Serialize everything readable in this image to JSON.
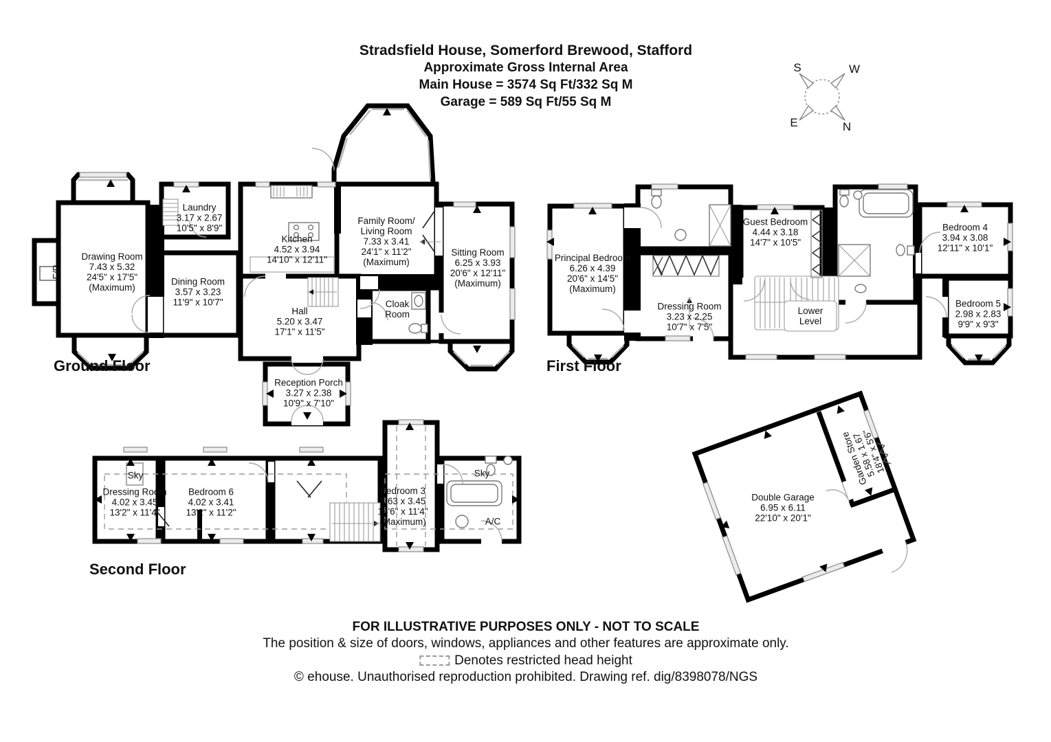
{
  "title": {
    "line1": "Stradsfield House, Somerford Brewood, Stafford",
    "line2": "Approximate Gross Internal Area",
    "line3": "Main House = 3574 Sq Ft/332 Sq M",
    "line4": "Garage = 589 Sq Ft/55 Sq M"
  },
  "compass": {
    "top_left": "S",
    "top_right": "W",
    "bottom_left": "E",
    "bottom_right": "N"
  },
  "colors": {
    "walls": "#000000",
    "background": "#ffffff",
    "window_frame": "#8a8a8a"
  },
  "floors": {
    "ground": {
      "label": "Ground Floor",
      "rooms": {
        "drawing_room": {
          "name": "Drawing Room",
          "dim_m": "7.43 x 5.32",
          "dim_ft": "24'5\" x 17'5\"",
          "note": "(Maximum)"
        },
        "fp": {
          "name": "F/P"
        },
        "laundry": {
          "name": "Laundry",
          "dim_m": "3.17 x 2.67",
          "dim_ft": "10'5\" x 8'9\""
        },
        "dining_room": {
          "name": "Dining Room",
          "dim_m": "3.57 x 3.23",
          "dim_ft": "11'9\" x 10'7\""
        },
        "kitchen": {
          "name": "Kitchen",
          "dim_m": "4.52 x 3.94",
          "dim_ft": "14'10\" x 12'11\""
        },
        "family_room": {
          "name": "Family Room/",
          "name2": "Living Room",
          "dim_m": "7.33 x 3.41",
          "dim_ft": "24'1\" x 11'2\"",
          "note": "(Maximum)"
        },
        "sitting_room": {
          "name": "Sitting Room",
          "dim_m": "6.25 x 3.93",
          "dim_ft": "20'6\" x 12'11\"",
          "note": "(Maximum)"
        },
        "hall": {
          "name": "Hall",
          "dim_m": "5.20 x 3.47",
          "dim_ft": "17'1\" x 11'5\""
        },
        "cloak_room": {
          "name": "Cloak",
          "name2": "Room"
        },
        "reception_porch": {
          "name": "Reception Porch",
          "dim_m": "3.27 x 2.38",
          "dim_ft": "10'9\" x 7'10\""
        }
      }
    },
    "first": {
      "label": "First Floor",
      "rooms": {
        "principal_bedroom": {
          "name": "Principal Bedroom",
          "dim_m": "6.26 x 4.39",
          "dim_ft": "20'6\" x 14'5\"",
          "note": "(Maximum)"
        },
        "dressing_room": {
          "name": "Dressing Room",
          "dim_m": "3.23 x 2.25",
          "dim_ft": "10'7\" x 7'5\""
        },
        "guest_bedroom": {
          "name": "Guest Bedroom",
          "dim_m": "4.44 x 3.18",
          "dim_ft": "14'7\" x 10'5\""
        },
        "lower_level": {
          "name": "Lower",
          "name2": "Level"
        },
        "bedroom_4": {
          "name": "Bedroom 4",
          "dim_m": "3.94 x 3.08",
          "dim_ft": "12'11\" x 10'1\""
        },
        "bedroom_5": {
          "name": "Bedroom 5",
          "dim_m": "2.98 x 2.83",
          "dim_ft": "9'9\" x 9'3\""
        }
      }
    },
    "second": {
      "label": "Second Floor",
      "rooms": {
        "sky_left": {
          "name": "Sky"
        },
        "dressing_room": {
          "name": "Dressing Room",
          "dim_m": "4.02 x 3.45",
          "dim_ft": "13'2\" x 11'4\""
        },
        "bedroom_6": {
          "name": "Bedroom 6",
          "dim_m": "4.02 x 3.41",
          "dim_ft": "13'2\" x 11'2\""
        },
        "bedroom_3": {
          "name": "Bedroom 3",
          "dim_m": "5.63 x 3.45",
          "dim_ft": "18'6\" x 11'4\"",
          "note": "(Maximum)"
        },
        "sky_right": {
          "name": "Sky"
        },
        "ac": {
          "name": "A/C"
        }
      }
    },
    "garage": {
      "rooms": {
        "double_garage": {
          "name": "Double Garage",
          "dim_m": "6.95 x 6.11",
          "dim_ft": "22'10\" x 20'1\""
        },
        "garden_store": {
          "name": "Garden Store",
          "dim_m": "5.58 x 1.67",
          "dim_ft": "18'4\" x 5'6\""
        }
      }
    }
  },
  "footer": {
    "line1": "FOR ILLUSTRATIVE PURPOSES ONLY - NOT TO SCALE",
    "line2": "The position & size of doors, windows, appliances and other features are approximate only.",
    "line3": "Denotes restricted head height",
    "line4": "© ehouse. Unauthorised reproduction prohibited. Drawing ref. dig/8398078/NGS"
  }
}
